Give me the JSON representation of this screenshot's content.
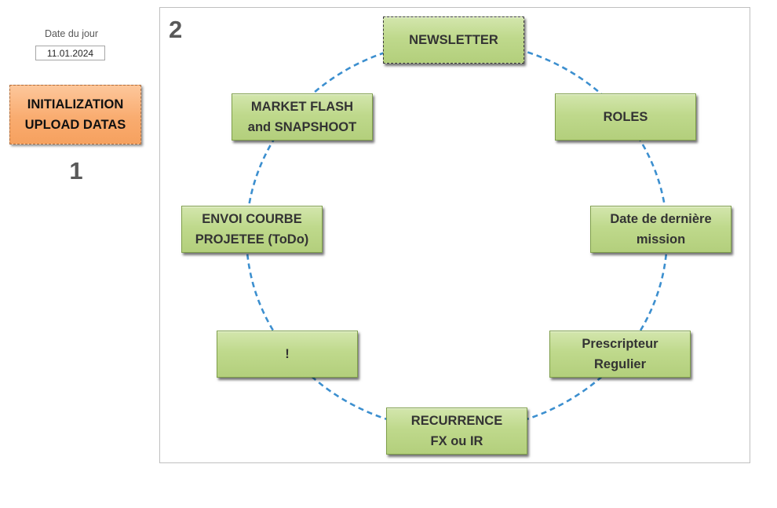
{
  "date": {
    "label": "Date du jour",
    "value": "11.01.2024"
  },
  "init_button": {
    "label": "INITIALIZATION\nUPLOAD DATAS"
  },
  "steps": {
    "one": "1",
    "two": "2"
  },
  "cycle": {
    "nodes": [
      {
        "label": "NEWSLETTER"
      },
      {
        "label": "ROLES"
      },
      {
        "label": "Date de dernière\nmission"
      },
      {
        "label": "Prescripteur\nRegulier"
      },
      {
        "label": "RECURRENCE\nFX ou IR"
      },
      {
        "label": "!"
      },
      {
        "label": "ENVOI COURBE\nPROJETEE (ToDo)"
      },
      {
        "label": "MARKET FLASH\nand SNAPSHOOT"
      }
    ]
  },
  "colors": {
    "orange_button": "#f9ac70",
    "green_node": "#bfd98c",
    "dashed_circle": "#3c8fcf"
  }
}
